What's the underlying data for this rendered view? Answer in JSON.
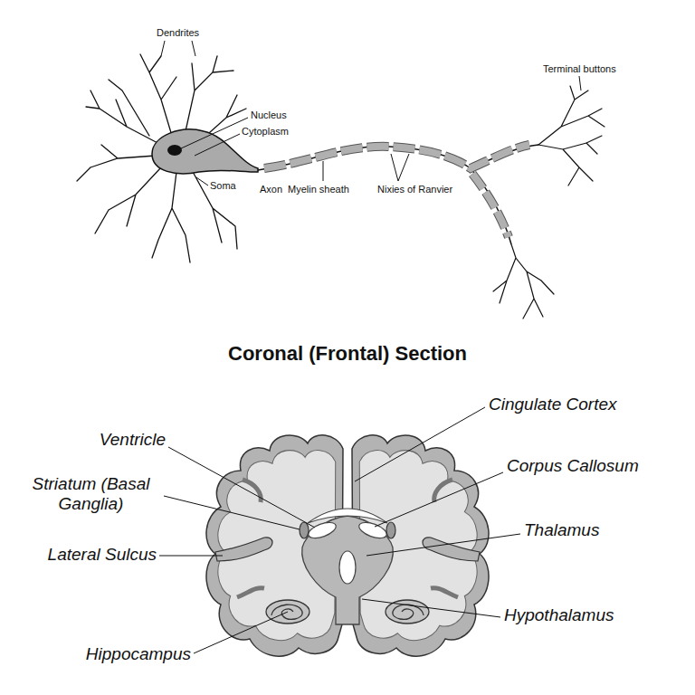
{
  "diagram": {
    "title": "Coronal (Frontal) Section",
    "labels": [
      "Dendrites",
      "Nucleus",
      "Cytoplasm",
      "Soma",
      "Axon",
      "Myelin sheath",
      "Nixies of Ranvier",
      "Terminal buttons",
      "Cingulate Cortex",
      "Ventricle",
      "Striatum (Basal Ganglia)",
      "Corpus Callosum",
      "Lateral Sulcus",
      "Thalamus",
      "Hippocampus",
      "Hypothalamus"
    ]
  }
}
